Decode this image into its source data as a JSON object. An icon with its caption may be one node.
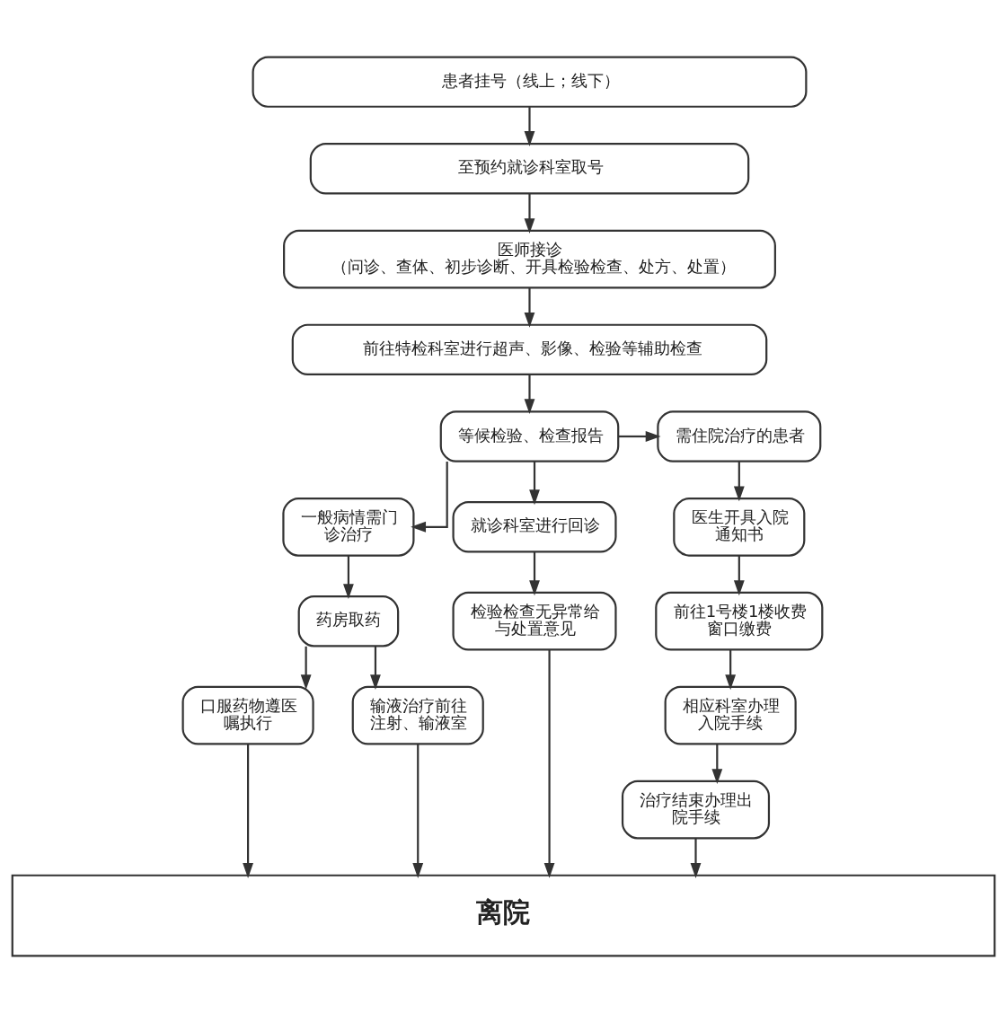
{
  "diagram": {
    "nodes": [
      {
        "text": [
          "患者挂号（线上；线下）"
        ]
      },
      {
        "text": [
          "至预约就诊科室取号"
        ]
      },
      {
        "text": [
          "医师接诊",
          "（问诊、查体、初步诊断、开具检验检查、处方、处置）"
        ]
      },
      {
        "text": [
          "前往特检科室进行超声、影像、检验等辅助检查"
        ]
      },
      {
        "text": [
          "等候检验、检查报告"
        ]
      },
      {
        "text": [
          "需住院治疗的患者"
        ]
      },
      {
        "text": [
          "一般病情需门诊治疗"
        ]
      },
      {
        "text": [
          "就诊科室进行回诊"
        ]
      },
      {
        "text": [
          "医生开具入院通知书"
        ]
      },
      {
        "text": [
          "药房取药"
        ]
      },
      {
        "text": [
          "检验检查无异常给与处置意见"
        ]
      },
      {
        "text": [
          "前往1号楼1楼收费窗口缴费"
        ]
      },
      {
        "text": [
          "相应科室办理入院手续"
        ]
      },
      {
        "text": [
          "口服药物遵医嘱执行"
        ]
      },
      {
        "text": [
          "输液治疗前往注射、输液室"
        ]
      },
      {
        "text": [
          "治疗结束办理出院手续"
        ]
      },
      {
        "text": [
          "离院"
        ]
      }
    ],
    "edges": [
      {
        "from": 0,
        "to": 1,
        "arrow": "to"
      },
      {
        "from": 1,
        "to": 2,
        "arrow": "to"
      },
      {
        "from": 2,
        "to": 3,
        "arrow": "to"
      },
      {
        "from": 3,
        "to": 4,
        "arrow": "to"
      },
      {
        "from": 4,
        "to": 5,
        "arrow": "to"
      },
      {
        "from": 4,
        "to": 6,
        "arrow": "to"
      },
      {
        "from": 4,
        "to": 7,
        "arrow": "to"
      },
      {
        "from": 5,
        "to": 8,
        "arrow": "to"
      },
      {
        "from": 6,
        "to": 9,
        "arrow": "to"
      },
      {
        "from": 7,
        "to": 10,
        "arrow": "to"
      },
      {
        "from": 8,
        "to": 11,
        "arrow": "to"
      },
      {
        "from": 9,
        "to": 13,
        "arrow": "to"
      },
      {
        "from": 9,
        "to": 14,
        "arrow": "to"
      },
      {
        "from": 11,
        "to": 12,
        "arrow": "to"
      },
      {
        "from": 12,
        "to": 15,
        "arrow": "to"
      },
      {
        "from": 13,
        "to": 16,
        "arrow": "to"
      },
      {
        "from": 14,
        "to": 16,
        "arrow": "to"
      },
      {
        "from": 10,
        "to": 16,
        "arrow": "to"
      },
      {
        "from": 15,
        "to": 16,
        "arrow": "to"
      }
    ]
  }
}
